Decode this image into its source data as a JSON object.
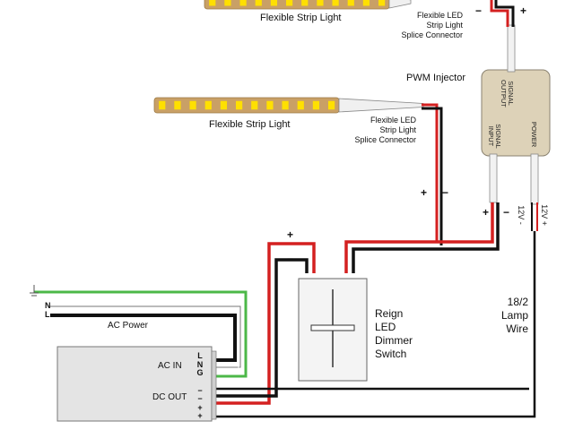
{
  "strips": [
    {
      "label": "Flexible Strip Light"
    },
    {
      "label": "Flexible Strip Light"
    }
  ],
  "connectors": [
    {
      "line1": "Flexible LED",
      "line2": "Strip Light",
      "line3": "Splice Connector"
    },
    {
      "line1": "Flexible LED",
      "line2": "Strip Light",
      "line3": "Splice Connector"
    }
  ],
  "pwm_injector": {
    "label": "PWM Injector",
    "signal_output": [
      "SIGNAL",
      "OUTPUT"
    ],
    "signal_input": [
      "SIGNAL",
      "INPUT"
    ],
    "power": "POWER"
  },
  "wire_labels": {
    "voltage_neg": "12V -",
    "voltage_pos": "12V +",
    "lamp_wire": [
      "18/2",
      "Lamp",
      "Wire"
    ],
    "ac_power": "AC Power"
  },
  "polarity": {
    "plus": "+",
    "minus": "−"
  },
  "dimmer": [
    "Reign",
    "LED",
    "Dimmer",
    "Switch"
  ],
  "mains": {
    "n": "N",
    "l": "L"
  },
  "power_supply": {
    "ac_in": "AC IN",
    "dc_out": "DC OUT",
    "terminals": [
      "L",
      "N",
      "G",
      "−",
      "−",
      "+",
      "+"
    ]
  },
  "colors": {
    "strip_tan": "#c9a066",
    "led_yellow": "#ffe000",
    "wire_red": "#d42020",
    "wire_black": "#111111",
    "ground_green": "#4cb848",
    "injector_body": "#ddd2b8",
    "psu_body": "#e4e4e4"
  }
}
